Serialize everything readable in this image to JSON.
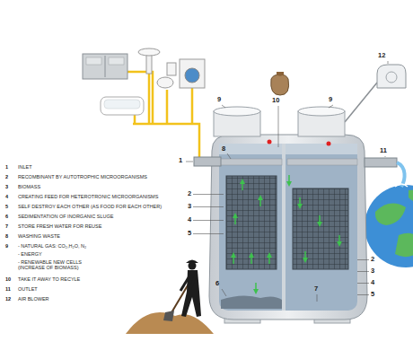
{
  "diagram": {
    "labels": [
      "1",
      "INLET",
      "2",
      "RECOMBINANT BY AUTOTROPHIC MICROORGANISMS",
      "3",
      "BIOMASS",
      "4",
      "CREATING FEED FOR HETEROTRONIC MICROORGANISMS",
      "5",
      "SELF DESTROY EACH OTHER (AS FOOD FOR EACH OTHER)",
      "6",
      "SEDIMENTATION OF INORGANIC SLUGE",
      "7",
      "STORE FRESH WATER FOR REUSE",
      "8",
      "WASHING WASTE",
      "9",
      "- NATURAL GAS: CO₂,H₂O, N₂",
      "- ENERGY",
      "- RENEWABLE NEW CELLS (INCREASE OF BIOMASS)",
      "10",
      "TAKE IT AWAY TO RECYLE",
      "11",
      "OUTLET",
      "12",
      "AIR BLOWER",
      "1",
      "8",
      "9",
      "10",
      "9",
      "12",
      "11",
      "2",
      "3",
      "4",
      "5",
      "6",
      "7",
      "2",
      "3",
      "4",
      "5"
    ]
  }
}
